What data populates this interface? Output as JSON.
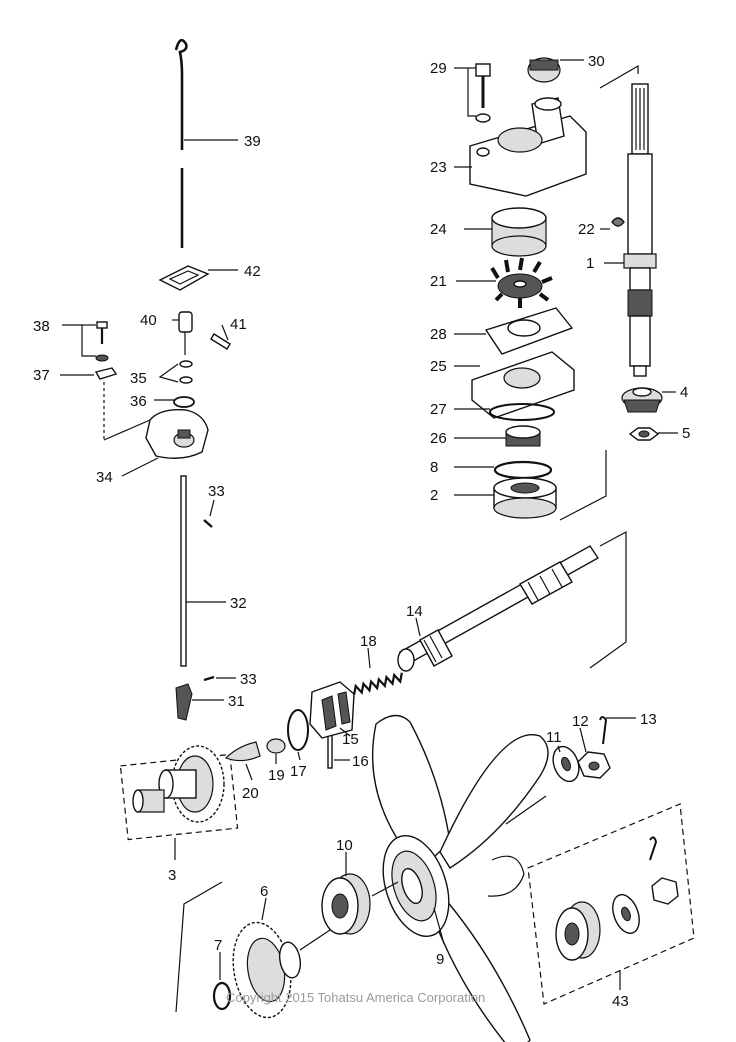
{
  "watermark": "Copyright 2015 Tohatsu America Corporation",
  "callouts": {
    "c1": "1",
    "c2": "2",
    "c3": "3",
    "c4": "4",
    "c5": "5",
    "c6": "6",
    "c7": "7",
    "c8": "8",
    "c9": "9",
    "c10": "10",
    "c11": "11",
    "c12": "12",
    "c13": "13",
    "c14": "14",
    "c15": "15",
    "c16": "16",
    "c17": "17",
    "c18": "18",
    "c19": "19",
    "c20": "20",
    "c21": "21",
    "c22": "22",
    "c23": "23",
    "c24": "24",
    "c25": "25",
    "c26": "26",
    "c27": "27",
    "c28": "28",
    "c29": "29",
    "c30": "30",
    "c31": "31",
    "c32": "32",
    "c33a": "33",
    "c33b": "33",
    "c34": "34",
    "c35": "35",
    "c36": "36",
    "c37": "37",
    "c38": "38",
    "c39": "39",
    "c40": "40",
    "c41": "41",
    "c42": "42",
    "c43": "43"
  },
  "colors": {
    "ink": "#111111",
    "watermark": "#9a9a9a",
    "background": "#ffffff"
  }
}
